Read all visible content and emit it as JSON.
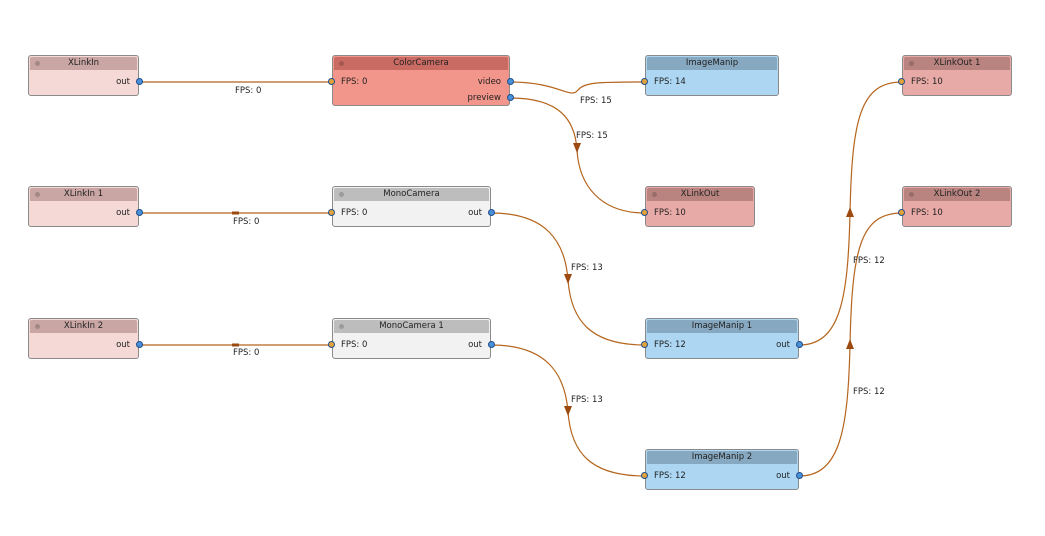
{
  "nodes": {
    "xlinkin": {
      "title": "XLinkIn",
      "out": "out"
    },
    "xlinkin1": {
      "title": "XLinkIn 1",
      "out": "out"
    },
    "xlinkin2": {
      "title": "XLinkIn 2",
      "out": "out"
    },
    "colorcamera": {
      "title": "ColorCamera",
      "in": "FPS: 0",
      "out1": "video",
      "out2": "preview"
    },
    "monocamera": {
      "title": "MonoCamera",
      "in": "FPS: 0",
      "out": "out"
    },
    "monocamera1": {
      "title": "MonoCamera 1",
      "in": "FPS: 0",
      "out": "out"
    },
    "imagemanip": {
      "title": "ImageManip",
      "in": "FPS: 14"
    },
    "imagemanip1": {
      "title": "ImageManip 1",
      "in": "FPS: 12",
      "out": "out"
    },
    "imagemanip2": {
      "title": "ImageManip 2",
      "in": "FPS: 12",
      "out": "out"
    },
    "xlinkout": {
      "title": "XLinkOut",
      "in": "FPS: 10"
    },
    "xlinkout1": {
      "title": "XLinkOut 1",
      "in": "FPS: 10"
    },
    "xlinkout2": {
      "title": "XLinkOut 2",
      "in": "FPS: 10"
    }
  },
  "edges": {
    "xlinkin_colorcam": "FPS: 0",
    "xlinkin1_mono": "FPS: 0",
    "xlinkin2_mono1": "FPS: 0",
    "video_imagemanip": "FPS: 15",
    "preview_xlinkout": "FPS: 15",
    "mono_manip1": "FPS: 13",
    "mono1_manip2": "FPS: 13",
    "manip1_xlinkout1": "FPS: 12",
    "manip2_xlinkout2": "FPS: 12"
  },
  "colors": {
    "edge": "#b5651d",
    "input_port": "#e3a33a",
    "output_port": "#4a90d9"
  }
}
